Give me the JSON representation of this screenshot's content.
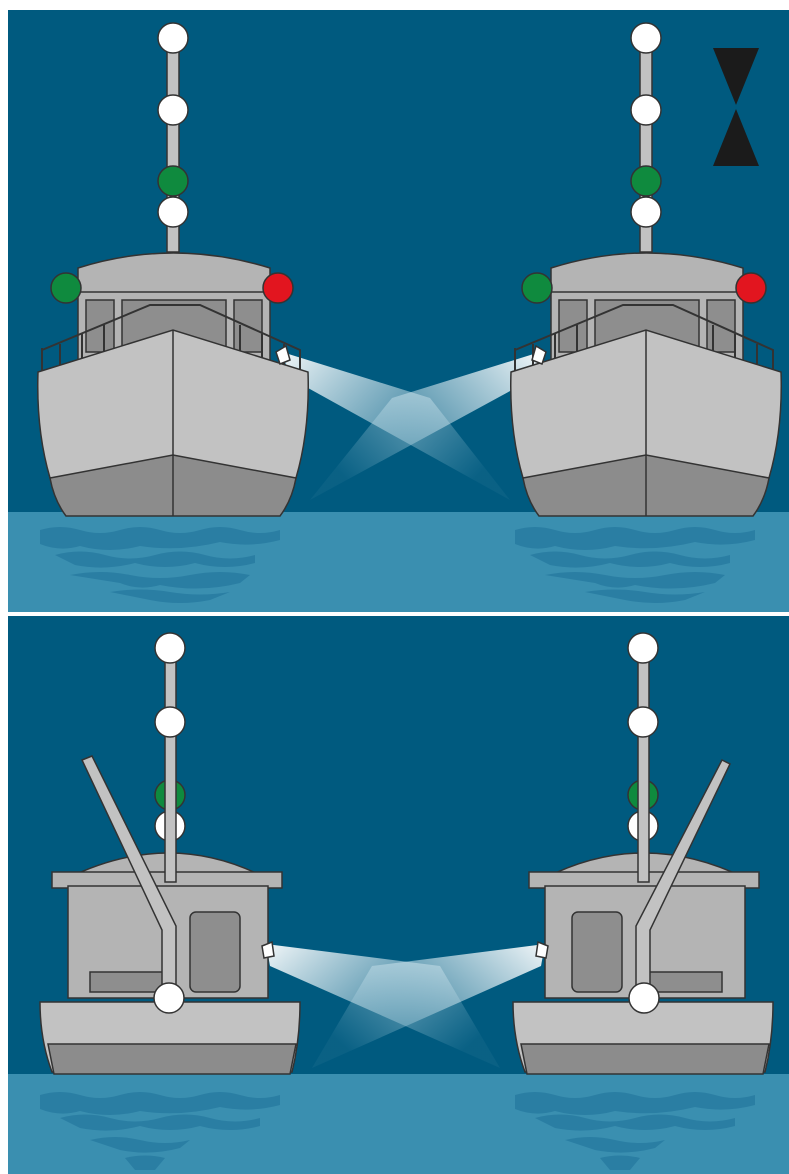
{
  "colors": {
    "sky": "#005a7f",
    "water": "#3a8fb0",
    "water_reflection": "#2a7ea3",
    "hull_light": "#c2c2c2",
    "hull_dark": "#8c8c8c",
    "cabin": "#b4b4b4",
    "window": "#8e8e8e",
    "outline": "#333333",
    "light_white": "#ffffff",
    "light_green": "#0f8a3e",
    "light_red": "#e2151f",
    "day_shape": "#1b1b1b",
    "beam": "#e6f2f7"
  },
  "icons": {
    "day_shape": "two-cones-points-together-icon",
    "searchlight": "searchlight-beam-icon"
  },
  "panels": [
    {
      "view": "bow",
      "vessels": [
        {
          "side": "left",
          "masthead_lights": [
            "white",
            "white",
            "green",
            "white"
          ],
          "sidelights": [
            "green",
            "red"
          ]
        },
        {
          "side": "right",
          "masthead_lights": [
            "white",
            "white",
            "green",
            "white"
          ],
          "sidelights": [
            "green",
            "red"
          ],
          "day_shape": "two-cones-points-together"
        }
      ]
    },
    {
      "view": "stern",
      "vessels": [
        {
          "side": "left",
          "masthead_lights": [
            "white",
            "white",
            "green",
            "white"
          ],
          "sternlight": "white"
        },
        {
          "side": "right",
          "masthead_lights": [
            "white",
            "white",
            "green",
            "white"
          ],
          "sternlight": "white"
        }
      ]
    }
  ]
}
